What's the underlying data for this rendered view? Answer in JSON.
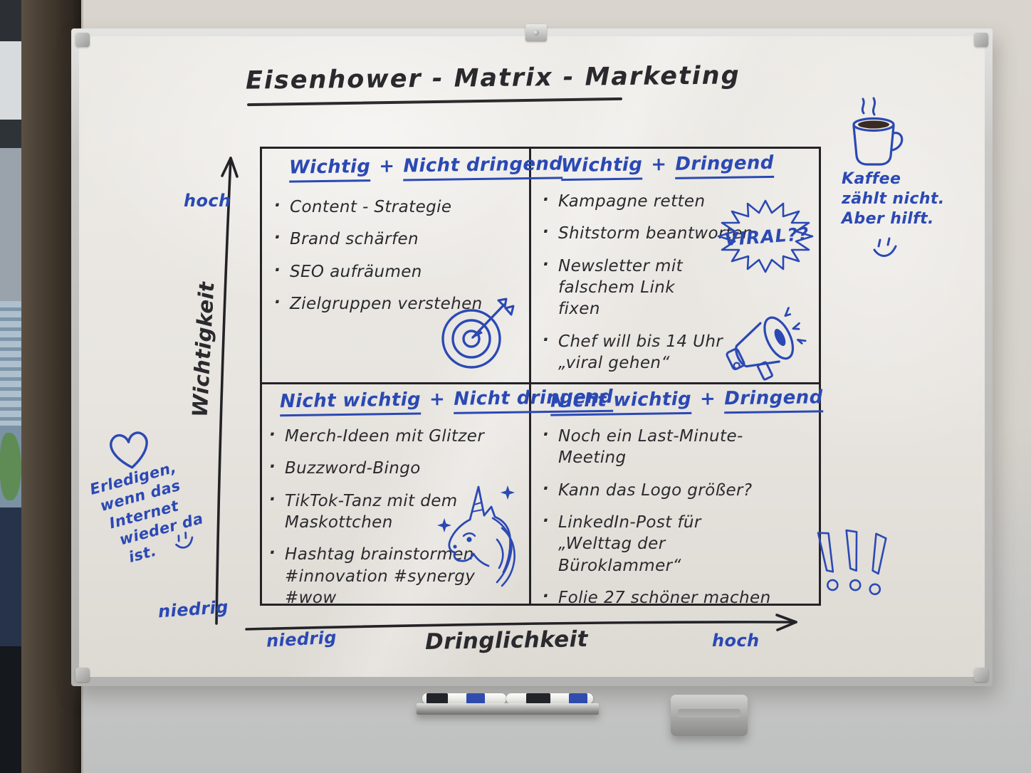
{
  "board": {
    "title": "Eisenhower - Matrix - Marketing"
  },
  "axes": {
    "y_label": "Wichtigkeit",
    "y_high": "hoch",
    "y_low": "niedrig",
    "x_label": "Dringlichkeit",
    "x_low": "niedrig",
    "x_high": "hoch"
  },
  "quadrants": [
    {
      "title_left": "Wichtig",
      "title_plus": "+",
      "title_right": "Nicht dringend",
      "items": [
        "Content - Strategie",
        "Brand schärfen",
        "SEO aufräumen",
        "Zielgruppen verstehen"
      ]
    },
    {
      "title_left": "Wichtig",
      "title_plus": "+",
      "title_right": "Dringend",
      "items": [
        "Kampagne retten",
        "Shitstorm beantworten",
        "Newsletter mit falschem Link fixen",
        "Chef will bis 14 Uhr „viral gehen“"
      ]
    },
    {
      "title_left": "Nicht wichtig",
      "title_plus": "+",
      "title_right": "Nicht dringend",
      "items": [
        "Merch-Ideen mit Glitzer",
        "Buzzword-Bingo",
        "TikTok-Tanz mit dem Maskottchen",
        "Hashtag brainstormen #innovation #synergy #wow"
      ]
    },
    {
      "title_left": "Nicht wichtig",
      "title_plus": "+",
      "title_right": "Dringend",
      "items": [
        "Noch ein Last-Minute-Meeting",
        "Kann das Logo größer?",
        "LinkedIn-Post für „Welttag der Büroklammer“",
        "Folie 27 schöner machen"
      ]
    }
  ],
  "annotations": {
    "viral": "VIRAL??",
    "coffee_note": [
      "Kaffee",
      "zählt nicht.",
      "Aber hilft."
    ],
    "offline_note": [
      "Erledigen,",
      "wenn das",
      "Internet",
      "wieder da",
      "ist."
    ]
  },
  "colors": {
    "marker_blue": "#2b49b4",
    "marker_black": "#2a2a2e"
  }
}
